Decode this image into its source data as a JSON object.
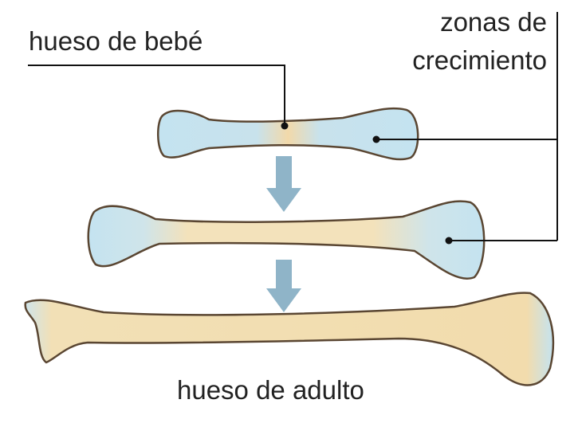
{
  "labels": {
    "baby_bone": "hueso de bebé",
    "growth_zones_line1": "zonas de",
    "growth_zones_line2": "crecimiento",
    "adult_bone": "hueso de adulto"
  },
  "colors": {
    "cartilage": "#bfe0ee",
    "bone": "#f0dcae",
    "outline": "#5a4632",
    "arrow": "#8fb4c8",
    "leader": "#111111"
  }
}
